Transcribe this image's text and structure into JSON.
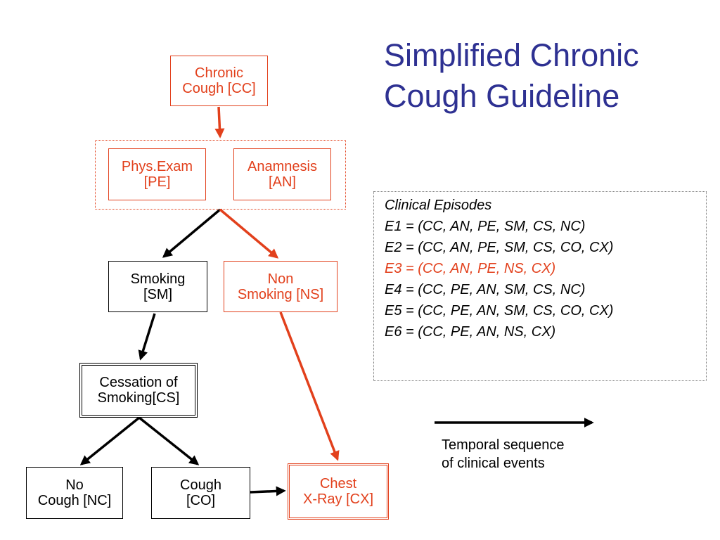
{
  "title": {
    "line1": "Simplified Chronic",
    "line2": "Cough Guideline"
  },
  "nodes": {
    "cc": {
      "line1": "Chronic",
      "line2": "Cough [CC]"
    },
    "pe": {
      "line1": "Phys.Exam",
      "line2": "[PE]"
    },
    "an": {
      "line1": "Anamnesis",
      "line2": "[AN]"
    },
    "sm": {
      "line1": "Smoking",
      "line2": "[SM]"
    },
    "ns": {
      "line1": "Non",
      "line2": "Smoking [NS]"
    },
    "cs": {
      "line1": "Cessation of",
      "line2": "Smoking[CS]"
    },
    "nc": {
      "line1": "No",
      "line2": "Cough [NC]"
    },
    "co": {
      "line1": "Cough",
      "line2": "[CO]"
    },
    "cx": {
      "line1": "Chest",
      "line2": "X-Ray [CX]"
    }
  },
  "episodes": {
    "heading": "Clinical Episodes",
    "items": [
      "E1 = (CC, AN, PE, SM, CS, NC)",
      "E2 = (CC, AN, PE, SM, CS, CO, CX)",
      "E3 = (CC, AN, PE, NS, CX)",
      "E4 = (CC, PE, AN, SM, CS, NC)",
      "E5 = (CC, PE, AN, SM, CS, CO, CX)",
      "E6 = (CC, PE, AN, NS, CX)"
    ],
    "highlight_color": "#e2401c"
  },
  "legend": {
    "line1": "Temporal sequence",
    "line2": "of clinical events"
  },
  "colors": {
    "title": "#2e3192",
    "highlight": "#e2401c",
    "default": "#000000"
  }
}
